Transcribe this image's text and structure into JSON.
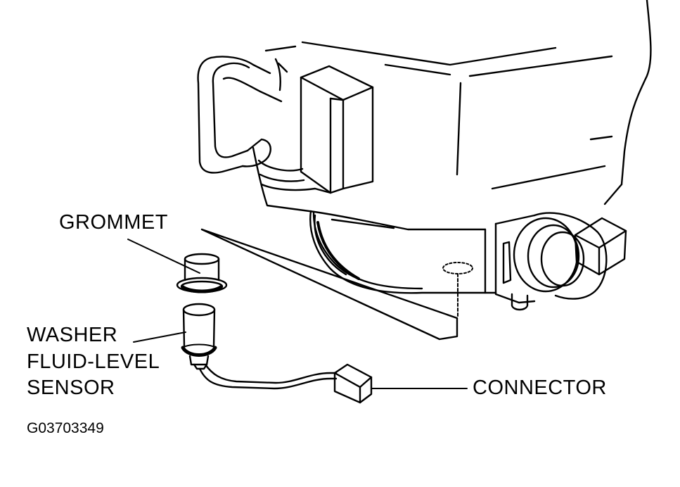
{
  "labels": {
    "grommet": "GROMMET",
    "sensor_line1": "WASHER",
    "sensor_line2": "FLUID-LEVEL",
    "sensor_line3": "SENSOR",
    "connector": "CONNECTOR"
  },
  "figure_id": "G03703349",
  "colors": {
    "ink": "#000000",
    "paper": "#ffffff"
  }
}
